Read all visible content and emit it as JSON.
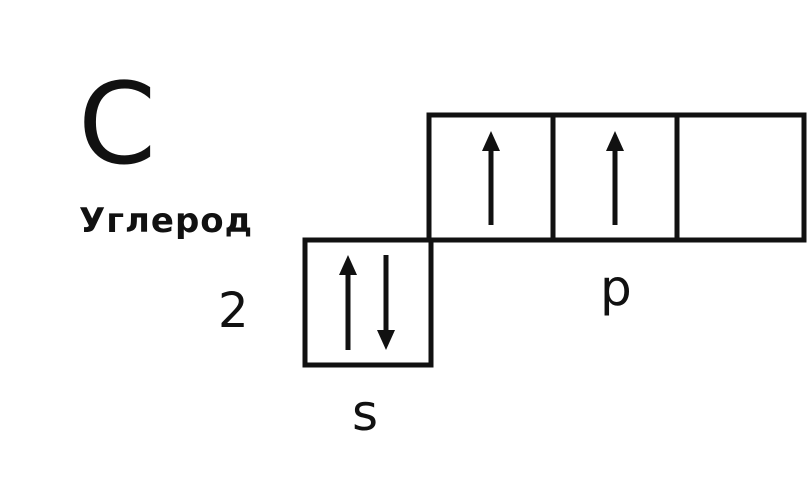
{
  "element": {
    "symbol": "C",
    "name": "Углерод"
  },
  "level": "2",
  "orbitals": {
    "s": {
      "label": "s",
      "cells": [
        [
          "up",
          "down"
        ]
      ]
    },
    "p": {
      "label": "p",
      "cells": [
        [
          "up"
        ],
        [
          "up"
        ],
        []
      ]
    }
  },
  "colors": {
    "ink": "#111111",
    "background": "#ffffff"
  }
}
